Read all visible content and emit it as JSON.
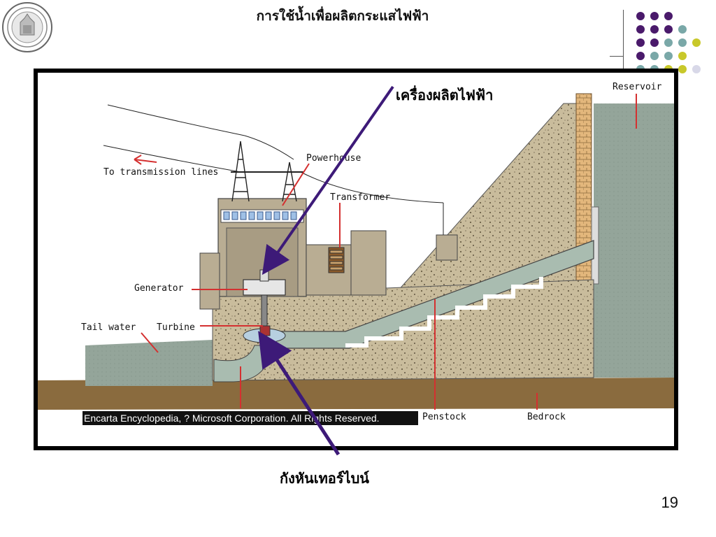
{
  "slide": {
    "title": "การใช้น้ำเพื่อผลิตกระแสไฟฟ้า",
    "page_number": "19"
  },
  "diagram": {
    "labels": {
      "reservoir": "Reservoir",
      "powerhouse": "Powerhouse",
      "transformer": "Transformer",
      "transmission": "To transmission lines",
      "generator": "Generator",
      "turbine": "Turbine",
      "tail_water": "Tail water",
      "penstock": "Penstock",
      "bedrock": "Bedrock"
    },
    "credit": "Encarta Encyclopedia, ? Microsoft Corporation. All Rights Reserved.",
    "callouts": {
      "generator": "เครื่องผลิตไฟฟ้า",
      "turbine": "กังหันเทอร์ไบน์"
    },
    "colors": {
      "concrete": "#c9bc9c",
      "water": "#94a59a",
      "bedrock": "#8a6b3e",
      "callout_arrow": "#3d1a78",
      "leader_line": "#d43030"
    }
  }
}
